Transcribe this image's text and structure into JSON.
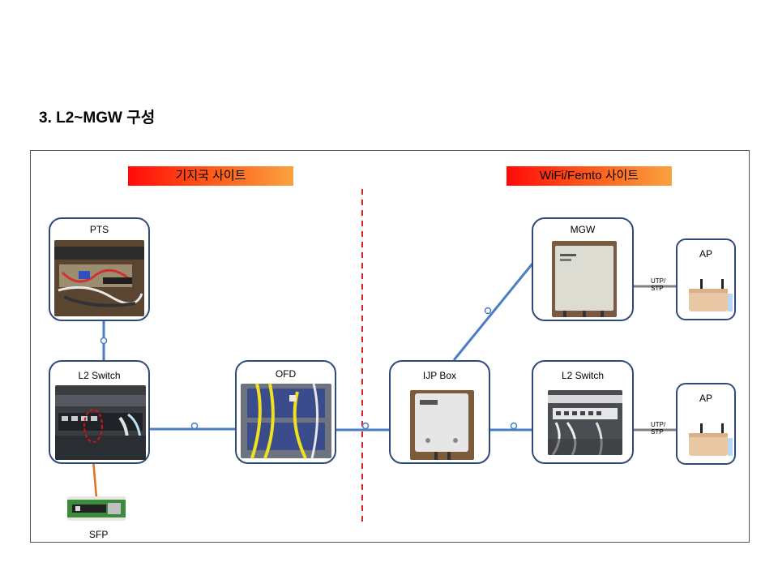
{
  "page": {
    "title": "3. L2~MGW 구성"
  },
  "banners": {
    "left": "기지국 사이트",
    "right": "WiFi/Femto 사이트"
  },
  "nodes": {
    "pts": "PTS",
    "l2_switch_left": "L2 Switch",
    "ofd": "OFD",
    "ijp_box": "IJP Box",
    "mgw": "MGW",
    "l2_switch_right": "L2 Switch",
    "ap_top": "AP",
    "ap_bottom": "AP",
    "sfp": "SFP"
  },
  "cables": {
    "utp_top": "UTP/\nSTP",
    "utp_bottom": "UTP/\nSTP"
  },
  "colors": {
    "link": "#4a7ec4",
    "node_border": "#2e4b7a",
    "divider": "#e02020",
    "sfp_link": "#e07020"
  }
}
